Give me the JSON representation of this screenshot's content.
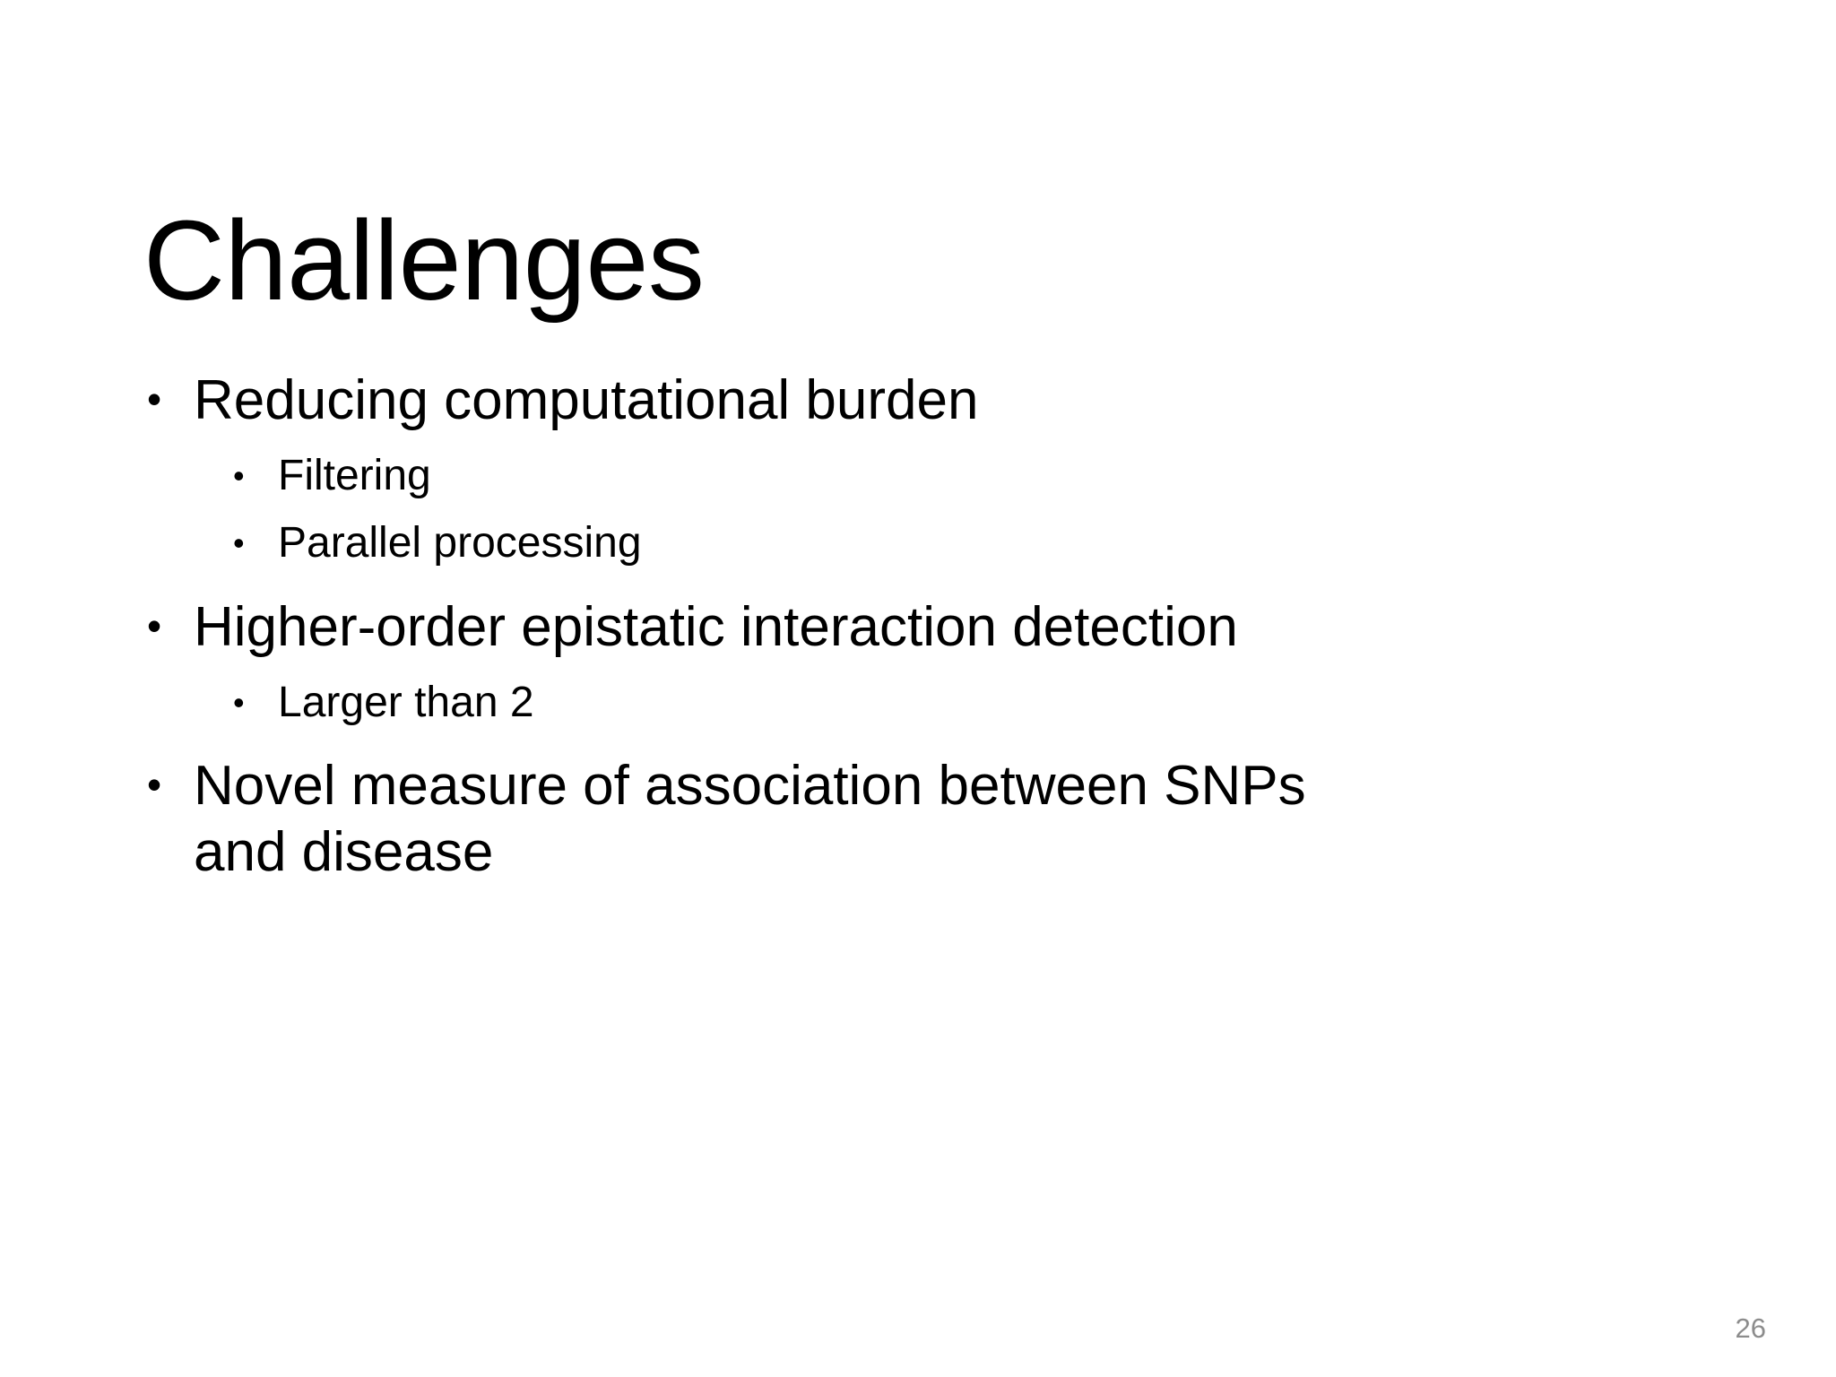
{
  "slide": {
    "title": "Challenges",
    "background_color": "#ffffff",
    "text_color": "#000000",
    "page_number": "26",
    "page_number_color": "#8c8c8c",
    "bullet_glyph": "•",
    "content": [
      {
        "level": 1,
        "text": "Reducing computational burden"
      },
      {
        "level": 2,
        "text": "Filtering"
      },
      {
        "level": 2,
        "text": "Parallel processing"
      },
      {
        "level": 1,
        "text": "Higher-order epistatic interaction detection"
      },
      {
        "level": 2,
        "text": "Larger than 2"
      },
      {
        "level": 1,
        "text": "Novel measure of association between SNPs and disease"
      }
    ]
  }
}
